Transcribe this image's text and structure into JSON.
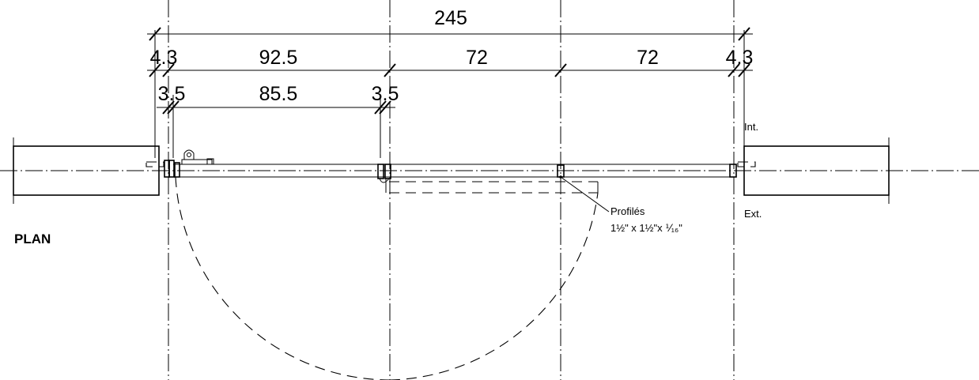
{
  "drawing": {
    "title": "PLAN",
    "dimensions": {
      "overall": "245",
      "row2": [
        "4.3",
        "92.5",
        "72",
        "72",
        "4.3"
      ],
      "row3": [
        "3.5",
        "85.5",
        "3.5"
      ]
    },
    "labels": {
      "interior": "Int.",
      "exterior": "Ext.",
      "profile_name": "Profilés",
      "profile_spec": "1½\" x 1½\"x ⅟₁₆\""
    }
  }
}
